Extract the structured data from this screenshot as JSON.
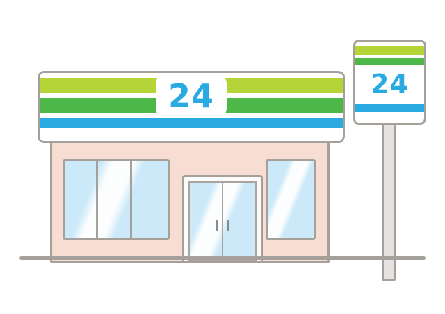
{
  "illustration": {
    "description": "Hand-drawn style illustration of a 24-hour convenience store with striped fascia sign, glass double doors, windows, and a roadside pole sign",
    "fascia_sign": {
      "label": "24"
    },
    "pole_sign": {
      "label": "24"
    }
  },
  "colors": {
    "stripe_light_green": "#b5d437",
    "stripe_green": "#4db848",
    "stripe_blue": "#29abe2",
    "sign_text_blue": "#29abe2",
    "wall_pink": "#f8ded2",
    "glass_blue": "#cbe9f8",
    "outline_gray": "#a6a09b",
    "background": "#ffffff"
  }
}
